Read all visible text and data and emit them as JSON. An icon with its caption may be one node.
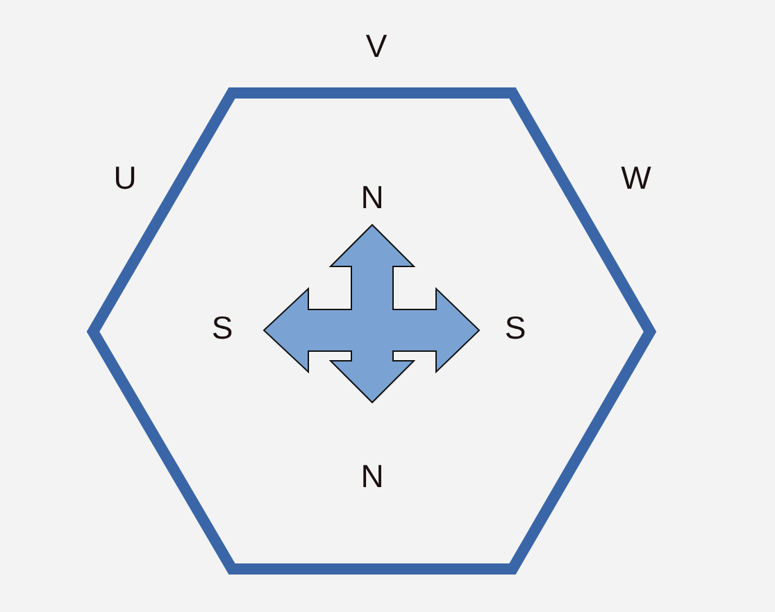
{
  "diagram": {
    "nodes": [
      {
        "text": [],
        "shape": "hexagon"
      }
    ],
    "labels": [
      "V",
      "U",
      "W",
      "N",
      "S",
      "S",
      "N"
    ]
  }
}
